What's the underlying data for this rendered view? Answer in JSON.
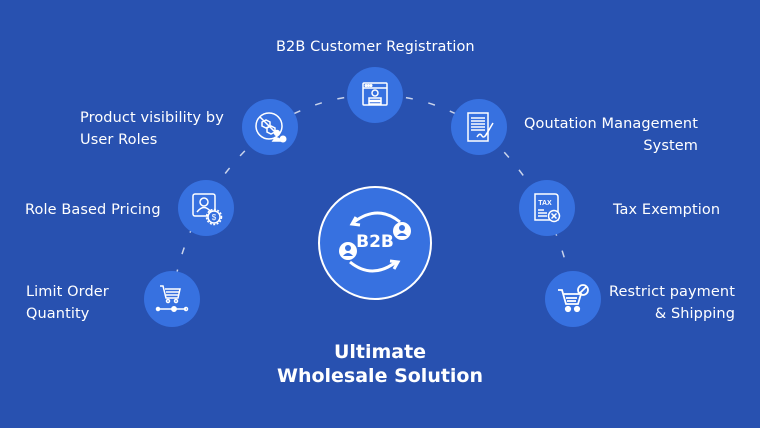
{
  "colors": {
    "background": "#2851B0",
    "node": "#3771E0",
    "stroke": "#FFFFFF"
  },
  "center": {
    "badge_text": "B2B",
    "icon": "b2b-exchange-icon"
  },
  "title": {
    "line1": "Ultimate",
    "line2": "Wholesale Solution"
  },
  "features": [
    {
      "id": "registration",
      "line1": "B2B Customer Registration",
      "line2": "",
      "icon": "registration-form-icon"
    },
    {
      "id": "visibility",
      "line1": "Product visibility by",
      "line2": "User Roles",
      "icon": "hidden-product-icon"
    },
    {
      "id": "pricing",
      "line1": "Role Based Pricing",
      "line2": "",
      "icon": "user-pricing-icon"
    },
    {
      "id": "limit",
      "line1": "Limit Order",
      "line2": "Quantity",
      "icon": "cart-slider-icon"
    },
    {
      "id": "quotation",
      "line1": "Qoutation Management",
      "line2": "System",
      "icon": "signed-document-icon"
    },
    {
      "id": "tax",
      "line1": "Tax Exemption",
      "line2": "",
      "icon": "tax-exempt-icon"
    },
    {
      "id": "restrict",
      "line1": "Restrict payment",
      "line2": "& Shipping",
      "icon": "cart-blocked-icon"
    }
  ]
}
